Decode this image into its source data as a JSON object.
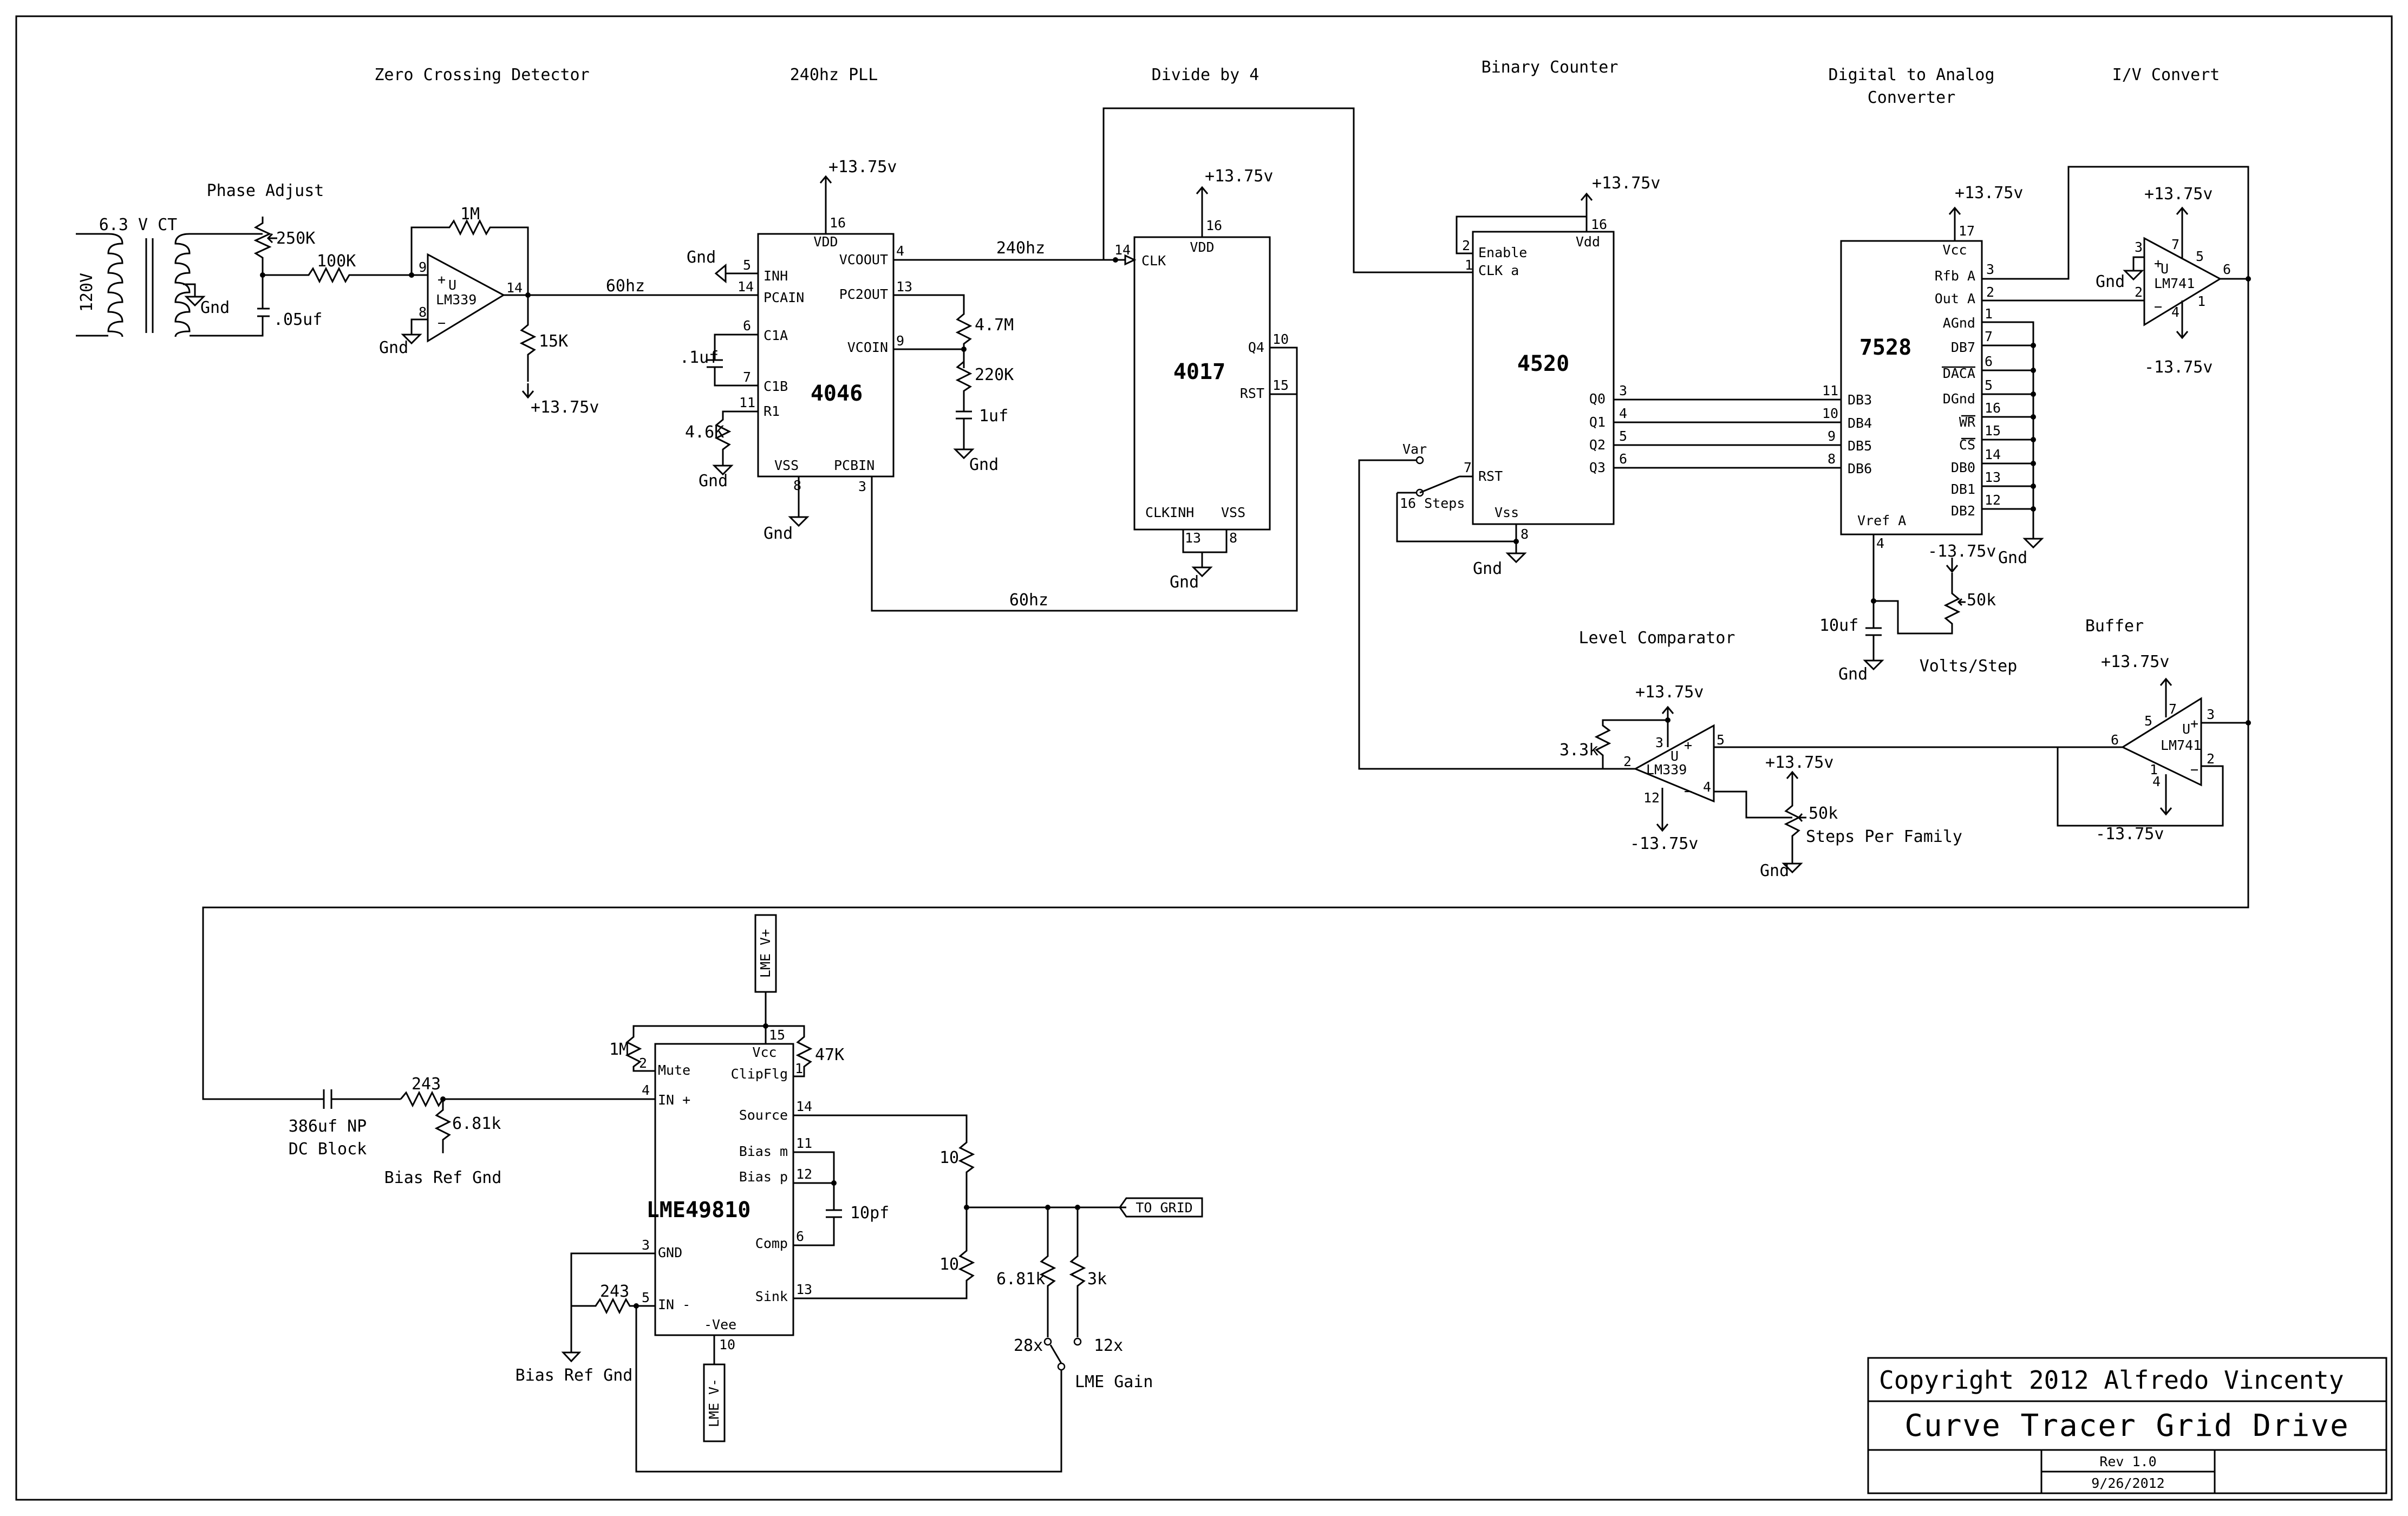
{
  "sections": {
    "zero_crossing": "Zero Crossing Detector",
    "pll": "240hz PLL",
    "divide": "Divide by 4",
    "counter": "Binary Counter",
    "dac": "Digital to Analog",
    "dac2": "Converter",
    "iv": "I/V Convert",
    "phase": "Phase Adjust",
    "level": "Level Comparator",
    "buffer": "Buffer"
  },
  "chips": {
    "c4046": "4046",
    "c4017": "4017",
    "c4520": "4520",
    "c7528": "7528",
    "lme": "LME49810",
    "lm339": "LM339",
    "lm741": "LM741"
  },
  "pins4046": {
    "vdd": "VDD",
    "inh": "INH",
    "pcain": "PCAIN",
    "c1a": "C1A",
    "c1b": "C1B",
    "r1": "R1",
    "vss": "VSS",
    "pcbin": "PCBIN",
    "vcoout": "VCOOUT",
    "pc2out": "PC2OUT",
    "vcoin": "VCOIN"
  },
  "pins4017": {
    "vdd": "VDD",
    "clk": "CLK",
    "q4": "Q4",
    "rst": "RST",
    "clkinh": "CLKINH",
    "vss": "VSS"
  },
  "pins4520": {
    "enable": "Enable",
    "clka": "CLK a",
    "vdd": "Vdd",
    "q0": "Q0",
    "q1": "Q1",
    "q2": "Q2",
    "q3": "Q3",
    "rst": "RST",
    "vss": "Vss"
  },
  "pins7528": {
    "vcc": "Vcc",
    "rfba": "Rfb A",
    "outa": "Out A",
    "agnd": "AGnd",
    "db7": "DB7",
    "daca": "DACA",
    "dgnd": "DGnd",
    "wr": "WR",
    "cs": "CS",
    "db0": "DB0",
    "db1": "DB1",
    "db2": "DB2",
    "db3": "DB3",
    "db4": "DB4",
    "db5": "DB5",
    "db6": "DB6",
    "vrefa": "Vref A"
  },
  "pinsLme": {
    "vcc": "Vcc",
    "mute": "Mute",
    "clipflg": "ClipFlg",
    "inp": "IN +",
    "source": "Source",
    "biasm": "Bias m",
    "biasp": "Bias p",
    "comp": "Comp",
    "gnd": "GND",
    "inm": "IN -",
    "sink": "Sink",
    "vee": "-Vee"
  },
  "labels": {
    "v120": "120V",
    "v63": "6.3 V CT",
    "gnd": "Gnd",
    "p1375": "+13.75v",
    "m1375": "-13.75v",
    "r250k": "250K",
    "r100k": "100K",
    "r1m": "1M",
    "c05uf": ".05uf",
    "r15k": "15K",
    "hz60": "60hz",
    "hz240": "240hz",
    "c1uf_a": ".1uf",
    "r46k": "4.6K",
    "r47m": "4.7M",
    "r220k": "220K",
    "c1uf": "1uf",
    "var": "Var",
    "steps16": "16 Steps",
    "c10uf": "10uf",
    "r50k": "50k",
    "volts": "Volts/Step",
    "r33k": "3.3k",
    "r50k2": "50k",
    "steps_fam": "Steps Per Family",
    "lmev_p": "LME V+",
    "lmev_m": "LME V-",
    "r47k": "47K",
    "c386": "386uf NP",
    "dcblock": "DC Block",
    "r243": "243",
    "r681": "6.81k",
    "biasref": "Bias Ref Gnd",
    "r10": "10",
    "c10pf": "10pf",
    "togrid": "TO GRID",
    "r3k": "3k",
    "x28": "28x",
    "x12": "12x",
    "lmegain": "LME Gain",
    "u": "U"
  },
  "pins": {
    "p1": "1",
    "p2": "2",
    "p3": "3",
    "p4": "4",
    "p5": "5",
    "p6": "6",
    "p7": "7",
    "p8": "8",
    "p9": "9",
    "p10": "10",
    "p11": "11",
    "p12": "12",
    "p13": "13",
    "p14": "14",
    "p15": "15",
    "p16": "16",
    "p17": "17"
  },
  "titleblock": {
    "copyright": "Copyright 2012 Alfredo Vincenty",
    "title": "Curve Tracer Grid Drive",
    "rev": "Rev 1.0",
    "date": "9/26/2012"
  }
}
